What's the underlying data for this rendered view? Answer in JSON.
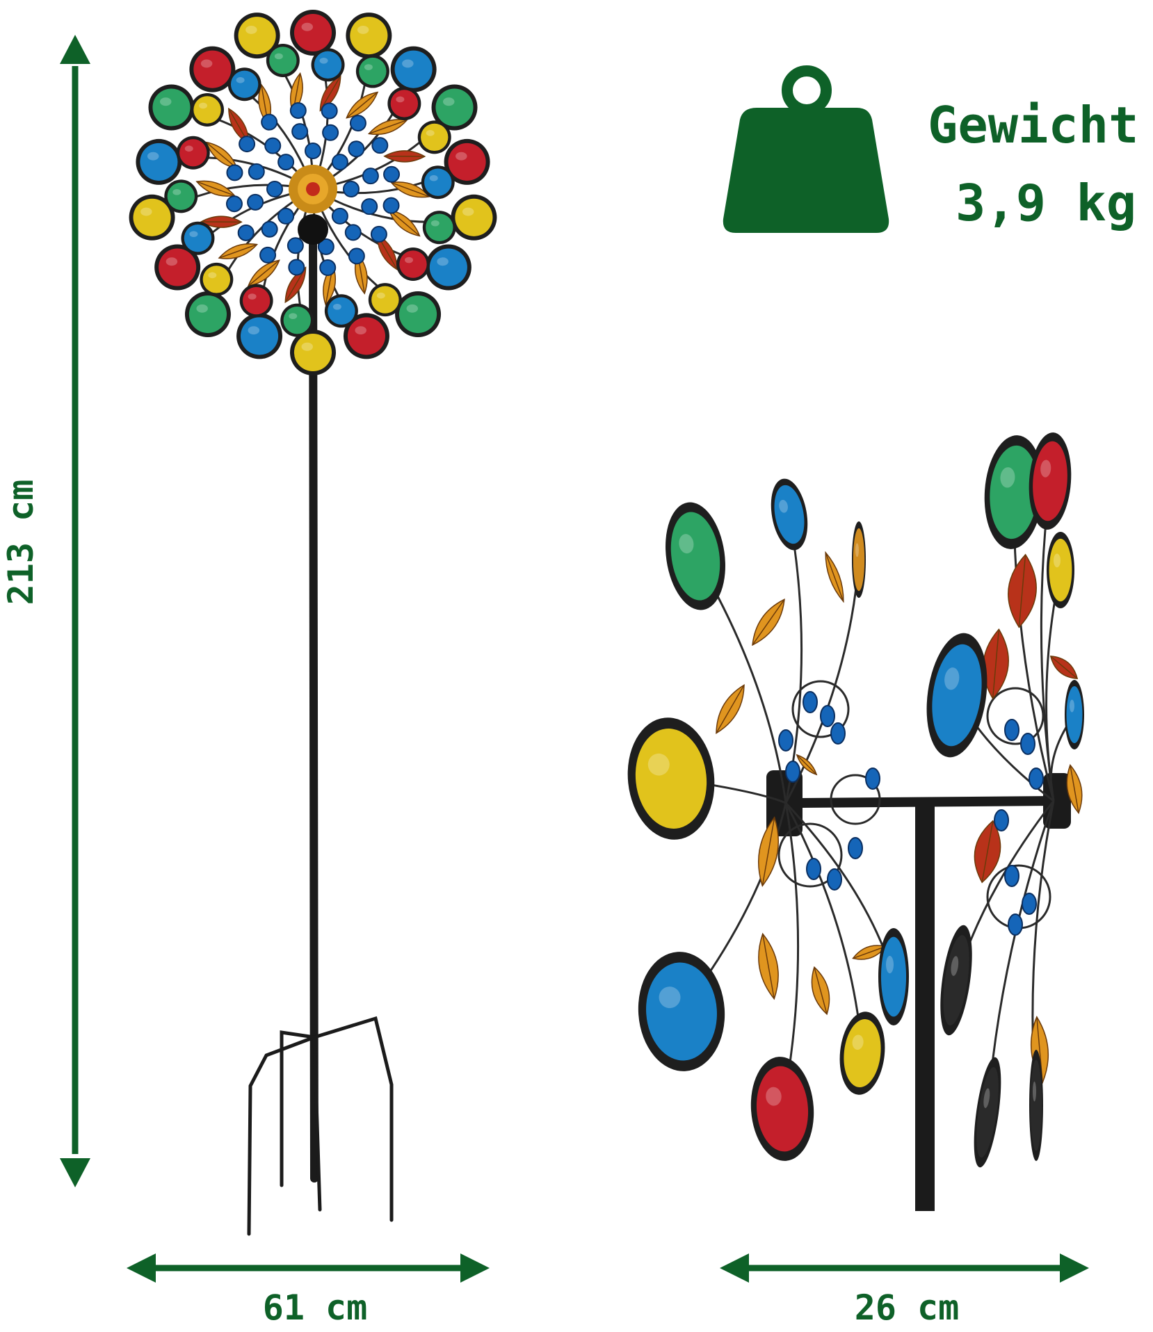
{
  "dimensions": {
    "height": "213 cm",
    "width_front": "61 cm",
    "width_side": "26 cm"
  },
  "weight": {
    "title": "Gewicht",
    "value": "3,9 kg",
    "icon": "weight-icon"
  },
  "colors": {
    "accent_green": "#0e6128",
    "disc_red": "#d21f2c",
    "disc_yellow": "#f2d11c",
    "disc_blue": "#1a8ad6",
    "disc_green": "#2fb06a",
    "leaf_orange": "#e0951f",
    "leaf_red": "#b8321a",
    "stand_dark": "#1b1b1b"
  }
}
